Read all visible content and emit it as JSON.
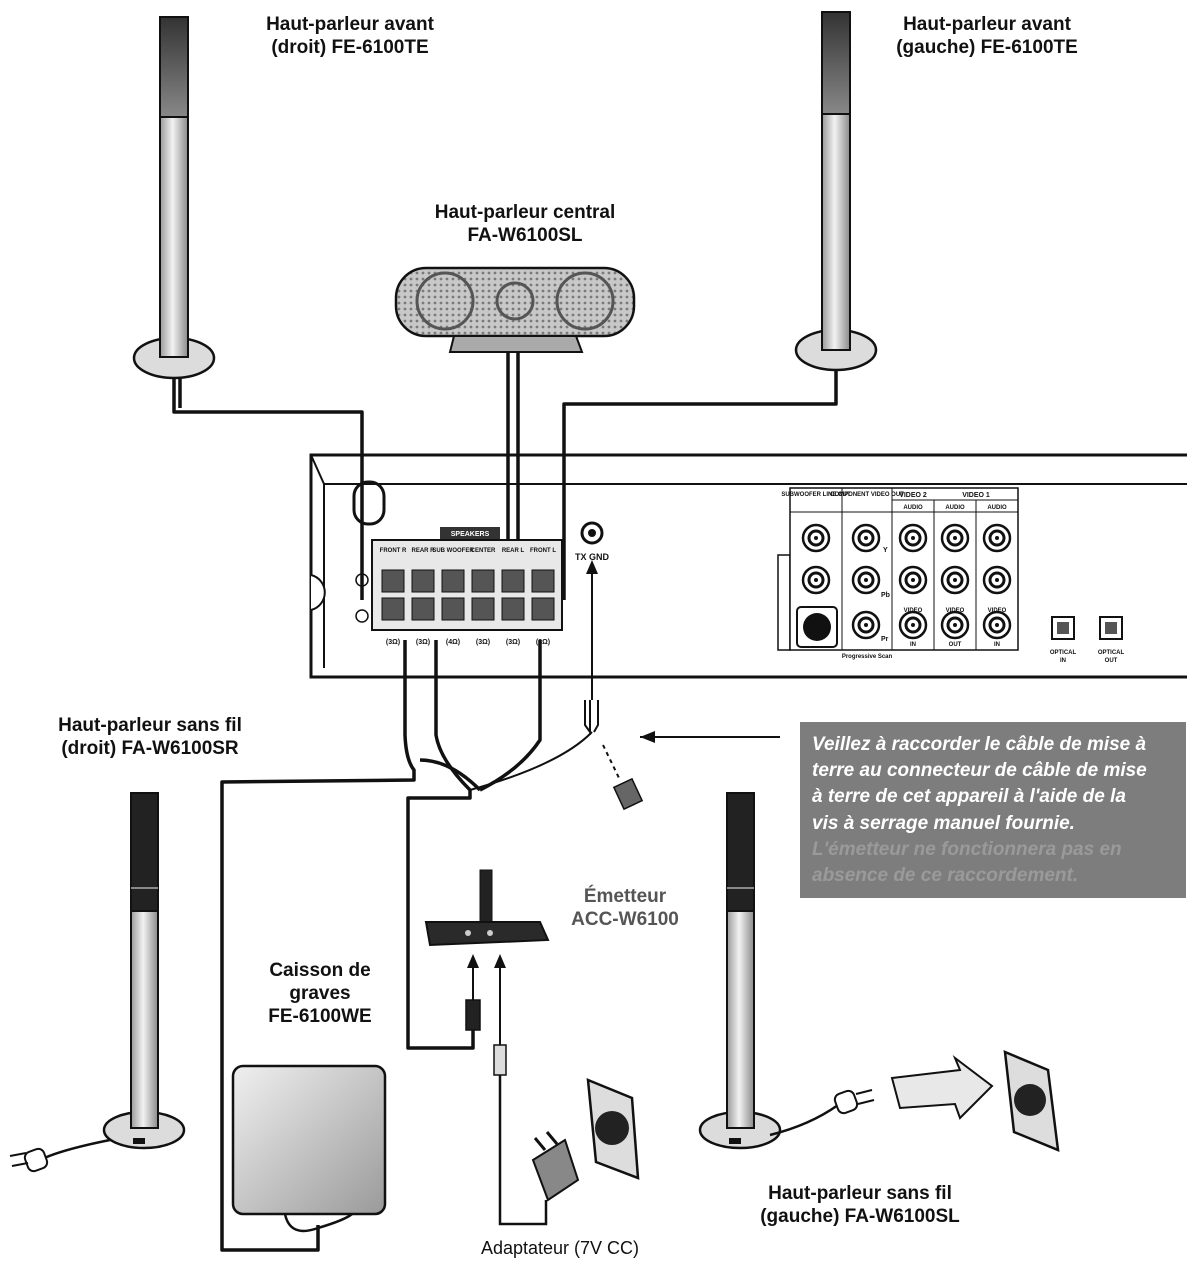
{
  "labels": {
    "front_right": [
      "Haut-parleur avant",
      "(droit) FE-6100TE"
    ],
    "front_left": [
      "Haut-parleur avant",
      "(gauche) FE-6100TE"
    ],
    "center": [
      "Haut-parleur central",
      "FA-W6100SL"
    ],
    "wireless_right": [
      "Haut-parleur sans fil",
      "(droit) FA-W6100SR"
    ],
    "wireless_left": [
      "Haut-parleur sans fil",
      "(gauche) FA-W6100SL"
    ],
    "transmitter": [
      "Émetteur",
      "ACC-W6100"
    ],
    "subwoofer": [
      "Caisson de",
      "graves",
      "FE-6100WE"
    ],
    "adapter": "Adaptateur (7V CC)"
  },
  "warning": {
    "lines": [
      "Veillez à raccorder le câble de mise à",
      "terre au connecteur de câble de mise",
      "à terre de cet appareil à l'aide de la",
      "vis à serrage manuel fournie.",
      "L'émetteur ne fonctionnera pas en",
      "absence de ce raccordement."
    ]
  },
  "panel": {
    "speakers": "SPEAKERS",
    "terminals": [
      "FRONT R",
      "REAR R",
      "SUB WOOFER",
      "CENTER",
      "REAR L",
      "FRONT L"
    ],
    "impedances": [
      "(3Ω)",
      "(3Ω)",
      "(4Ω)",
      "(3Ω)",
      "(3Ω)",
      "(3Ω)"
    ],
    "tx_gnd": "TX GND",
    "subwoofer_line_out": "SUBWOOFER LINE OUT",
    "component_video_out": "COMPONENT VIDEO OUT",
    "component_letters": [
      "Y",
      "Pb",
      "Pr"
    ],
    "progressive_scan": "Progressive Scan",
    "video2": "VIDEO 2",
    "video1": "VIDEO 1",
    "audio": "AUDIO",
    "video": "VIDEO",
    "in": "IN",
    "out": "OUT",
    "optical_in": [
      "OPTICAL",
      "IN"
    ],
    "optical_out": [
      "OPTICAL",
      "OUT"
    ]
  }
}
